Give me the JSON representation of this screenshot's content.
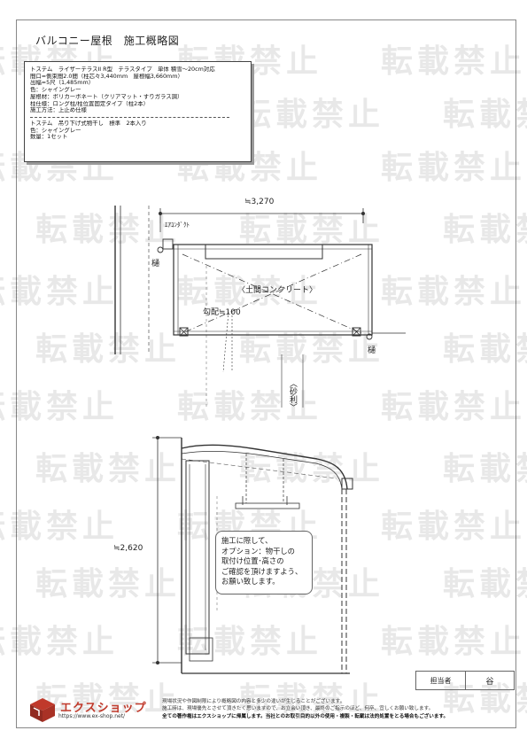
{
  "title": "バルコニー屋根　施工概略図",
  "spec": {
    "lines": [
      "トステム　ライザーテラスII R型　テラスタイプ　単体 積雪～20cm対応",
      "間口=側束間2.0間（柱芯々3,440mm　屋根幅3,660mm）",
      "出幅=5尺（1,485mm）",
      "色：シャイングレー",
      "屋根材：ポリカーボネート（クリアマット・すりガラス調）",
      "柱仕様：ロング柱/柱位置固定タイプ（柱2本）",
      "施工方法：上止め仕様"
    ],
    "option_lines": [
      "トステム　吊り下げ式物干し　標準　2本入り",
      "色：シャイングレー",
      "数量：1セット"
    ]
  },
  "plan": {
    "width_dim": "≒3,270",
    "aircon_duct": "ｴｱｺﾝﾀﾞｸﾄ",
    "gutter_left": "樋",
    "gutter_right": "樋",
    "floor": "〈土間コンクリート〉",
    "slope": "勾配≒100",
    "gravel": "〈砂利〉"
  },
  "elevation": {
    "height_dim": "≒2,620"
  },
  "callout": {
    "lines": [
      "施工に際して、",
      "オプション：物干しの",
      "取付け位置･高さの",
      "ご確認を頂けますよう、",
      "お願い致します。"
    ]
  },
  "signature": {
    "label": "担当者",
    "value": "谷"
  },
  "logo": {
    "name": "エクスショップ",
    "url": "https://www.ex-shop.net/"
  },
  "notice": [
    "現場状況や作図制限により概略図の内容と多少の違いが生じることがございます。",
    "施工時は、現場優先とさせて頂きたく思いますので、お立会い頂き、最終のご指示のほど、何卒、宜しくお願い致します。",
    "全ての著作権はエクスショップに帰属します。当社とのお取引目的以外の使用・複製・転載は法的処置をとる場合もございます。"
  ],
  "watermark_text": "転載禁止"
}
